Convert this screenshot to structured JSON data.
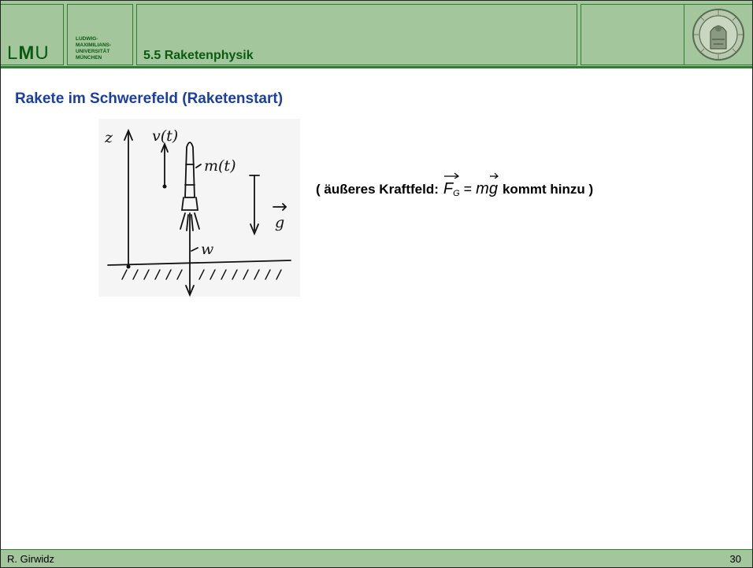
{
  "header": {
    "logo_text_bold": "M",
    "logo_text_left": "L",
    "logo_text_right": "U",
    "university_lines": [
      "LUDWIG-",
      "MAXIMILIANS-",
      "UNIVERSITÄT",
      "MÜNCHEN"
    ],
    "section_title": "5.5  Raketenphysik"
  },
  "content": {
    "heading": "Rakete im Schwerefeld (Raketenstart)",
    "note_open": "( äußeres Kraftfeld:",
    "formula": {
      "F": "F",
      "sub": "G",
      "eq": "=",
      "m": "m",
      "g": "g"
    },
    "note_close": "kommt hinzu )",
    "sketch_labels": {
      "z": "z",
      "v": "v(t)",
      "m": "m(t)",
      "g": "g",
      "w": "w"
    }
  },
  "footer": {
    "author": "R. Girwidz",
    "page": "30"
  },
  "colors": {
    "header_bg": "#a4c69c",
    "header_text": "#0b5a12",
    "heading": "#1b3fa0"
  }
}
